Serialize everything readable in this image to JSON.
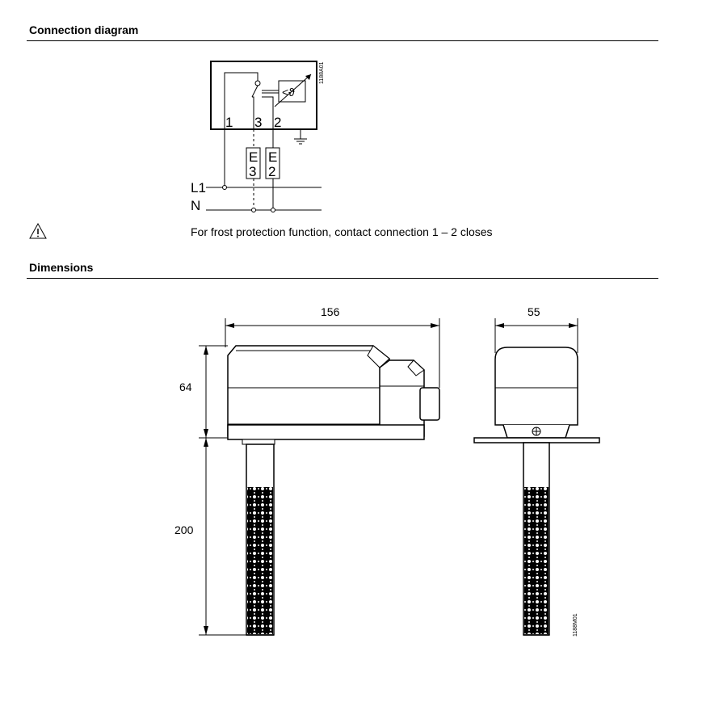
{
  "sections": {
    "connection_title": "Connection diagram",
    "dimensions_title": "Dimensions"
  },
  "wiring": {
    "terminals": [
      "1",
      "3",
      "2"
    ],
    "thermostat_symbol": "<ϑ",
    "load_e3": [
      "E",
      "3"
    ],
    "load_e2": [
      "E",
      "2"
    ],
    "line_label": "L1",
    "neutral_label": "N",
    "drawing_code": "1188A01"
  },
  "note": {
    "icon": "warning-triangle-icon",
    "text": "For frost protection function, contact connection 1 – 2 closes"
  },
  "dimensions": {
    "width_side": "156",
    "width_front": "55",
    "height_head": "64",
    "probe_length": "200",
    "drawing_code": "1188M01"
  }
}
